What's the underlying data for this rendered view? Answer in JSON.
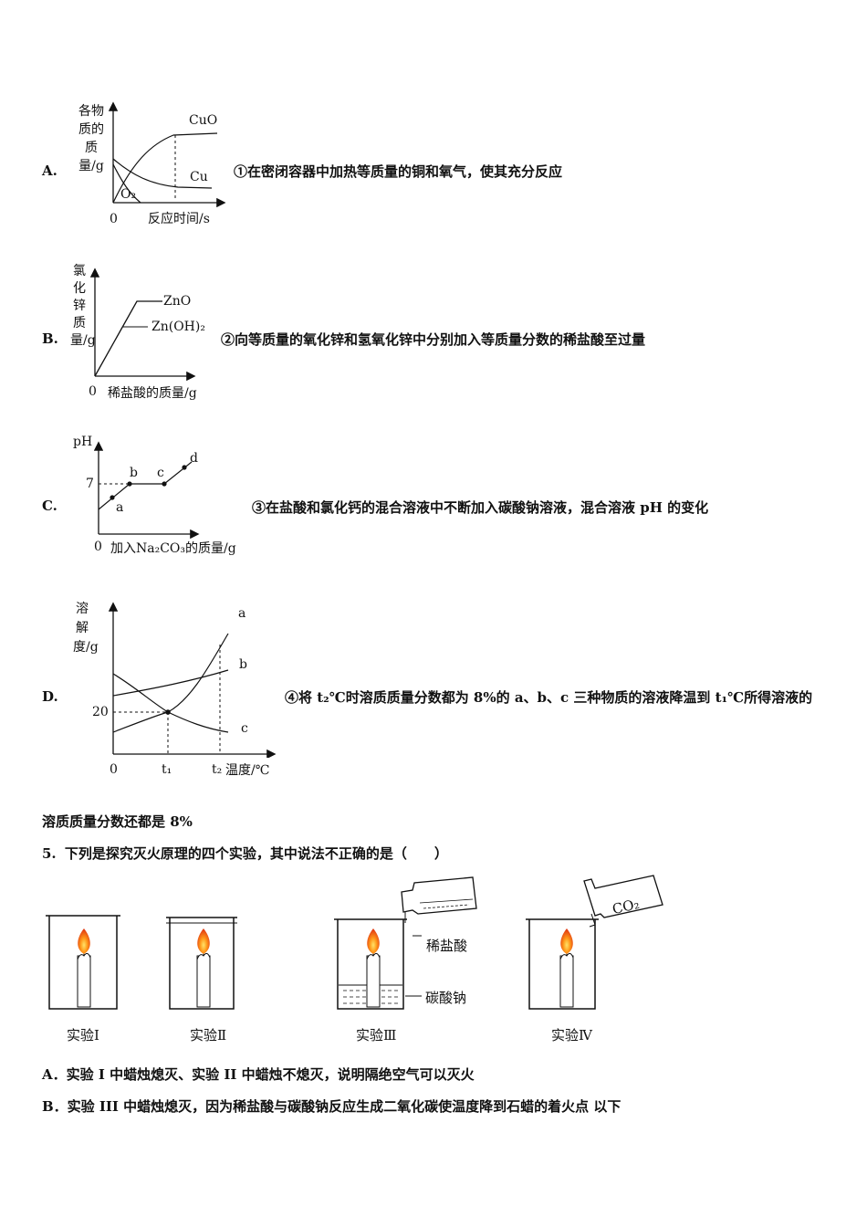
{
  "options": [
    {
      "letter": "A.",
      "statement": "①在密闭容器中加热等质量的铜和氧气，使其充分反应",
      "graph": {
        "y_label": "各物质的质量/g",
        "x_label": "反应时间/s",
        "origin": "0",
        "curves": [
          "CuO",
          "Cu",
          "O₂"
        ]
      }
    },
    {
      "letter": "B.",
      "statement": "②向等质量的氧化锌和氢氧化锌中分别加入等质量分数的稀盐酸至过量",
      "graph": {
        "y_label": "氯化锌质量/g",
        "x_label": "稀盐酸的质量/g",
        "origin": "0",
        "curves": [
          "ZnO",
          "Zn(OH)₂"
        ]
      }
    },
    {
      "letter": "C.",
      "statement": "③在盐酸和氯化钙的混合溶液中不断加入碳酸钠溶液，混合溶液 pH 的变化",
      "graph": {
        "y_label": "pH",
        "x_label": "加入Na₂CO₃的质量/g",
        "origin": "0",
        "y_tick": "7",
        "points": [
          "a",
          "b",
          "c",
          "d"
        ]
      }
    },
    {
      "letter": "D.",
      "statement": "④将 t₂℃时溶质质量分数都为 8%的 a、b、c 三种物质的溶液降温到 t₁℃所得溶液的",
      "graph": {
        "y_label": "溶解度/g",
        "x_label": "温度/℃",
        "origin": "0",
        "y_tick": "20",
        "x_ticks": [
          "t₁",
          "t₂"
        ],
        "curves": [
          "a",
          "b",
          "c"
        ]
      }
    }
  ],
  "continuation": "溶质质量分数还都是 8%",
  "question": {
    "number": "5.",
    "text": "下列是探究灭火原理的四个实验，其中说法不正确的是（　　）"
  },
  "experiments": {
    "captions": [
      "实验Ⅰ",
      "实验Ⅱ",
      "实验Ⅲ",
      "实验Ⅳ"
    ],
    "labels": {
      "dilute_hcl": "稀盐酸",
      "sodium_carbonate": "碳酸钠",
      "co2": "CO₂"
    }
  },
  "answers": [
    "A．实验 I 中蜡烛熄灭、实验 II 中蜡烛不熄灭，说明隔绝空气可以灭火",
    "B．实验 III 中蜡烛熄灭，因为稀盐酸与碳酸钠反应生成二氧化碳使温度降到石蜡的着火点 以下"
  ]
}
